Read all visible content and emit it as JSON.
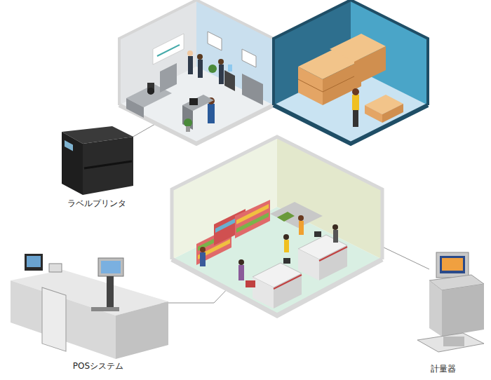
{
  "diagram": {
    "labels": [
      "ラベルプリンタ",
      "POSシステム",
      "計量器"
    ]
  }
}
